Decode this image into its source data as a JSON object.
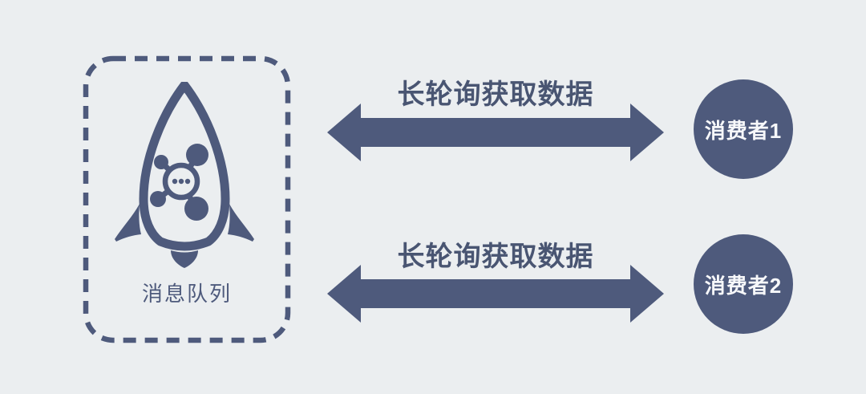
{
  "diagram": {
    "queue": {
      "label": "消息队列",
      "icon": "rocket-icon"
    },
    "flows": [
      {
        "label": "长轮询获取数据",
        "consumer": "消费者1"
      },
      {
        "label": "长轮询获取数据",
        "consumer": "消费者2"
      }
    ],
    "colors": {
      "background": "#ebeef0",
      "primary_shape": "#4e5a7c",
      "flow_label_text": "#495572",
      "circle_text": "#f7f8fa"
    }
  }
}
